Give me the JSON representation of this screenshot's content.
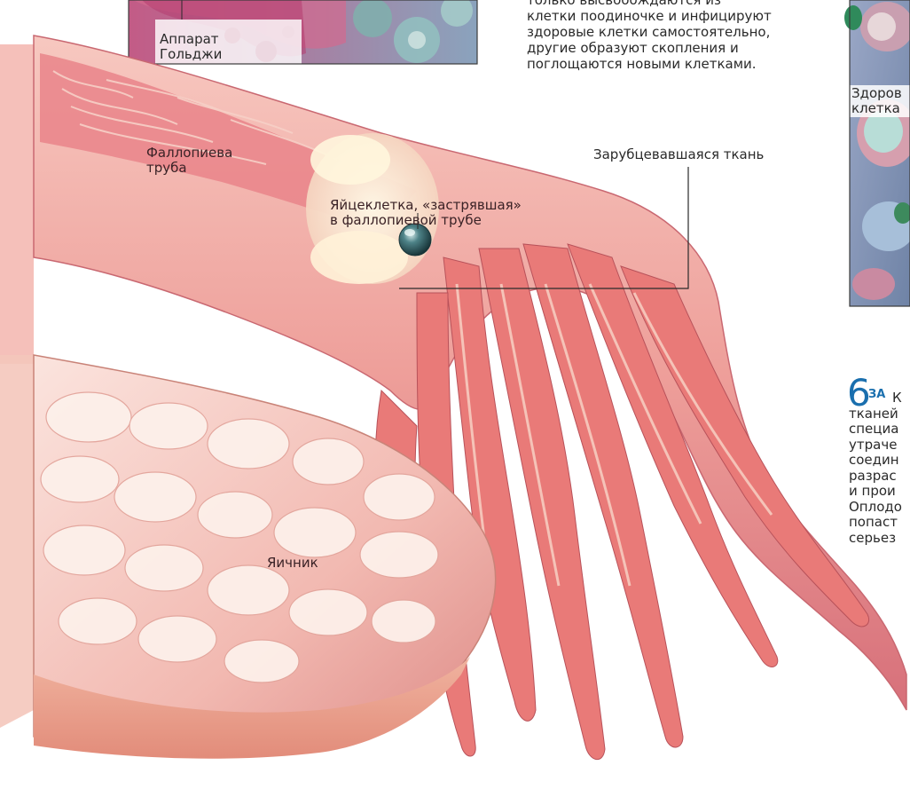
{
  "top_paragraph": {
    "lines": [
      "только высвобождаются из",
      "клетки поодиночке и инфицируют",
      "здоровые клетки самостоятельно,",
      "другие образуют скопления и",
      "поглощаются новыми клетками."
    ]
  },
  "labels": {
    "golgi": [
      "Аппарат",
      "Гольджи"
    ],
    "fallopian_tube": [
      "Фаллопиева",
      "труба"
    ],
    "egg_stuck": [
      "Яйцеклетка, «застрявшая»",
      "в фаллопиевой трубе"
    ],
    "scar_tissue": "Зарубцевавшаяся ткань",
    "ovary": "Яичник",
    "healthy_cell": [
      "Здоров",
      "клетка"
    ]
  },
  "side_section": {
    "number": "6",
    "heading": "ЗА",
    "lines": [
      "К",
      "тканей",
      "специа",
      "утраче",
      "соедин",
      "разрас",
      "и прои",
      "Оплодо",
      "попаст",
      "серьез"
    ]
  },
  "colors": {
    "tissue": "#f2a5a0",
    "tissue_dark": "#d96a6e",
    "scar": "#f6e6c8",
    "egg": "#2e5a5e",
    "accent_blue": "#1a6fae",
    "inset_bg": "#7f93b4"
  }
}
